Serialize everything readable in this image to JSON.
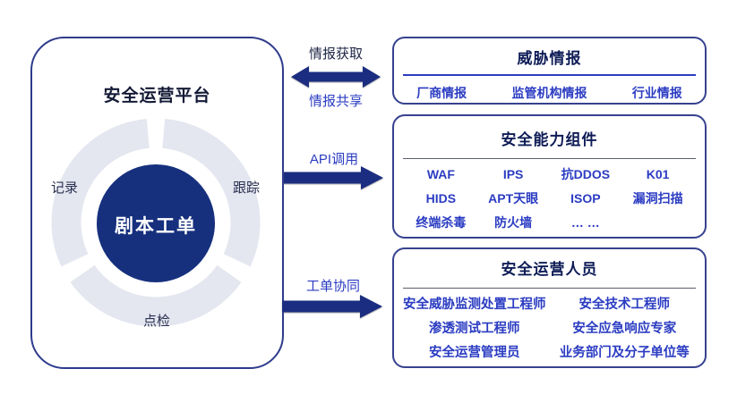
{
  "colors": {
    "navy_arrow": "#1b2d80",
    "center_circle": "#16307e",
    "blue_text": "#2b3cc2",
    "ring_fill": "#e4e6f0",
    "box_title": "#0e1c56",
    "box_border": "#36428f"
  },
  "platform": {
    "title": "安全运营平台",
    "center_label": "剧本工单",
    "ring_labels": {
      "left": "记录",
      "right": "跟踪",
      "bottom": "点检"
    }
  },
  "connectors": {
    "intel": {
      "top": "情报获取",
      "bottom": "情报共享"
    },
    "api": {
      "label": "API调用"
    },
    "ticket": {
      "label": "工单协同"
    }
  },
  "threat_intel": {
    "title": "威胁情报",
    "items": [
      "厂商情报",
      "监管机构情报",
      "行业情报"
    ]
  },
  "capabilities": {
    "title": "安全能力组件",
    "items": [
      "WAF",
      "IPS",
      "抗DDOS",
      "K01",
      "HIDS",
      "APT天眼",
      "ISOP",
      "漏洞扫描",
      "终端杀毒",
      "防火墙",
      "… …"
    ]
  },
  "personnel": {
    "title": "安全运营人员",
    "items": [
      "安全威胁监测处置工程师",
      "安全技术工程师",
      "渗透测试工程师",
      "安全应急响应专家",
      "安全运营管理员",
      "业务部门及分子单位等"
    ]
  }
}
